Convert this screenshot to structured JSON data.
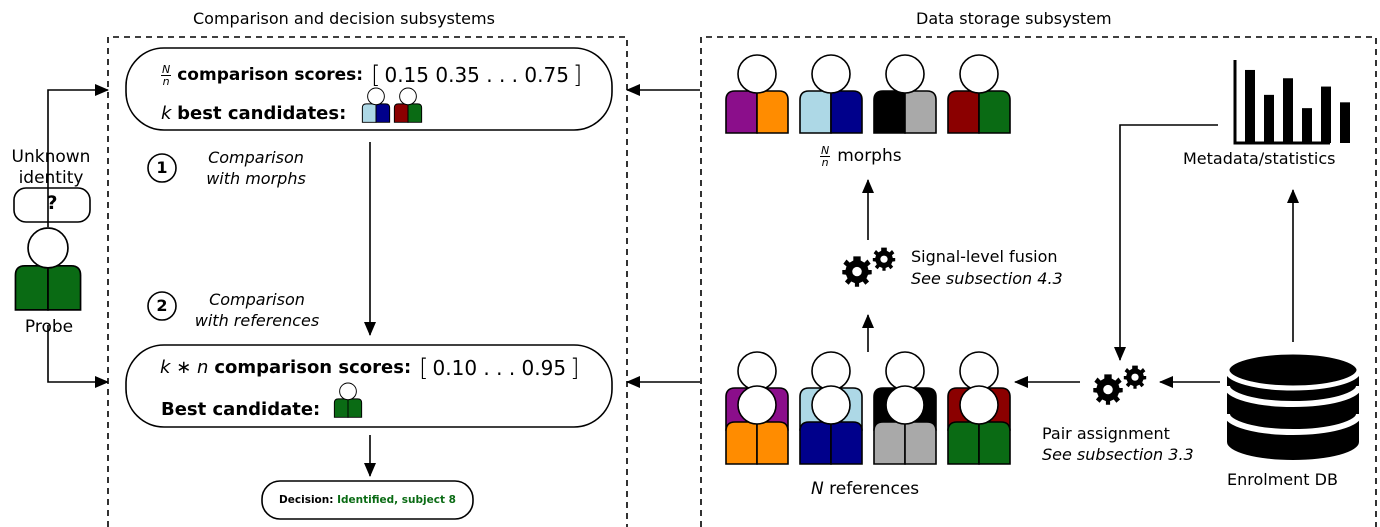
{
  "sections": {
    "left_title": "Comparison and decision subsystems",
    "right_title": "Data storage subsystem"
  },
  "probe": {
    "caption_line1": "Unknown",
    "caption_line2": "identity",
    "unknown_mark": "?",
    "label": "Probe"
  },
  "top_box": {
    "frac_num": "N",
    "frac_den": "n",
    "scores_label": "comparison scores:",
    "scores_values": "0.15 0.35 . . . 0.75",
    "k_symbol": "k",
    "candidates_label": "best candidates:"
  },
  "bottom_box": {
    "prefix": "k ∗ n",
    "scores_label": "comparison scores:",
    "scores_values": "0.10 . . . 0.95",
    "best_label": "Best candidate:"
  },
  "steps": [
    {
      "number": "1",
      "line1": "Comparison",
      "line2": "with morphs"
    },
    {
      "number": "2",
      "line1": "Comparison",
      "line2": "with references"
    }
  ],
  "decision": {
    "label": "Decision:",
    "value": "Identified, subject 8"
  },
  "morphs": {
    "frac_num": "N",
    "frac_den": "n",
    "label": "morphs"
  },
  "fusion": {
    "title": "Signal-level fusion",
    "reference": "See subsection 4.3"
  },
  "references": {
    "symbol": "N",
    "label": "references"
  },
  "pair": {
    "title": "Pair assignment",
    "reference": "See subsection 3.3"
  },
  "metadata": {
    "label": "Metadata/statistics",
    "bars": [
      0.88,
      0.58,
      0.78,
      0.42,
      0.68,
      0.49
    ]
  },
  "db": {
    "label": "Enrolment DB"
  },
  "colors": {
    "purple": "#8b0e8b",
    "orange": "#ff8c00",
    "lightblue": "#add8e6",
    "navy": "#00008b",
    "black": "#000000",
    "gray": "#a9a9a9",
    "darkred": "#8b0000",
    "green": "#0a6b14",
    "decision_green": "#0a6b14"
  }
}
